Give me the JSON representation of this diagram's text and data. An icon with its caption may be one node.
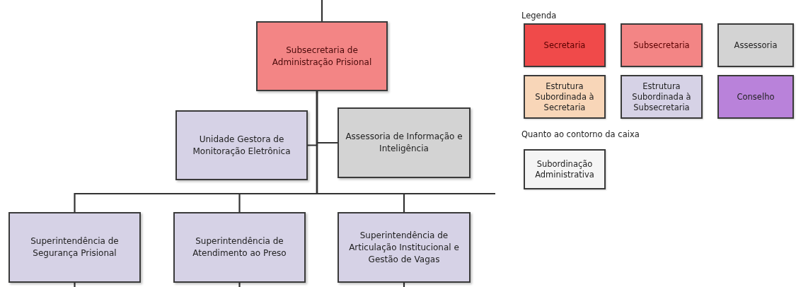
{
  "diagram": {
    "nodes": [
      {
        "text": [
          "Subsecretaria de Administração Prisional"
        ]
      },
      {
        "text": [
          "Unidade Gestora de Monitoração Eletrônica"
        ]
      },
      {
        "text": [
          "Assessoria de Informação e Inteligência"
        ]
      },
      {
        "text": [
          "Superintendência de Segurança Prisional"
        ]
      },
      {
        "text": [
          "Superintendência de Atendimento ao Preso"
        ]
      },
      {
        "text": [
          "Superintendência de Articulação Institucional e Gestão de Vagas"
        ]
      }
    ],
    "edges": [
      {
        "from": null,
        "to": 0,
        "arrow": "none"
      },
      {
        "from": 0,
        "to": 1,
        "arrow": "none"
      },
      {
        "from": 0,
        "to": 2,
        "arrow": "none"
      },
      {
        "from": 0,
        "to": 3,
        "arrow": "none"
      },
      {
        "from": 0,
        "to": 4,
        "arrow": "none"
      },
      {
        "from": 0,
        "to": 5,
        "arrow": "none"
      },
      {
        "from": 0,
        "to": null,
        "arrow": "none"
      },
      {
        "from": 3,
        "to": null,
        "arrow": "none"
      },
      {
        "from": 4,
        "to": null,
        "arrow": "none"
      },
      {
        "from": 5,
        "to": null,
        "arrow": "none"
      }
    ],
    "labels": [
      "Legenda",
      "Quanto ao contorno da caixa"
    ],
    "legend": [
      {
        "text": "Secretaria",
        "color": "#f04a4a"
      },
      {
        "text": "Subsecretaria",
        "color": "#f38585"
      },
      {
        "text": "Assessoria",
        "color": "#d3d3d3"
      },
      {
        "text": "Estrutura Subordinada à Secretaria",
        "color": "#f8d6b8"
      },
      {
        "text": "Estrutura Subordinada à Subsecretaria",
        "color": "#d6d2e6"
      },
      {
        "text": "Conselho",
        "color": "#b982da"
      },
      {
        "text": "Subordinação Administrativa"
      }
    ]
  }
}
